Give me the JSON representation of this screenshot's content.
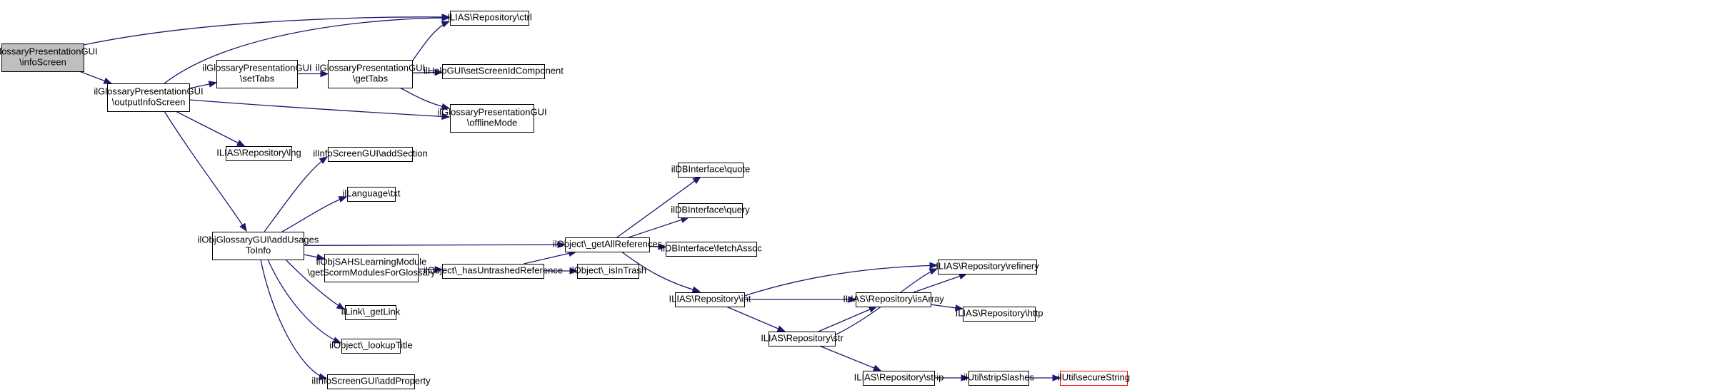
{
  "nodes": [
    {
      "id": "n0",
      "lines": [
        "ilGlossaryPresentationGUI",
        "\\infoScreen"
      ],
      "style": "root"
    },
    {
      "id": "n1",
      "lines": [
        "ilGlossaryPresentationGUI",
        "\\outputInfoScreen"
      ]
    },
    {
      "id": "n2",
      "lines": [
        "ILIAS\\Repository\\ctrl"
      ]
    },
    {
      "id": "n3",
      "lines": [
        "ilGlossaryPresentationGUI",
        "\\setTabs"
      ]
    },
    {
      "id": "n4",
      "lines": [
        "ilGlossaryPresentationGUI",
        "\\getTabs"
      ]
    },
    {
      "id": "n5",
      "lines": [
        "ilHelpGUI\\setScreenIdComponent"
      ]
    },
    {
      "id": "n6",
      "lines": [
        "ilGlossaryPresentationGUI",
        "\\offlineMode"
      ]
    },
    {
      "id": "n7",
      "lines": [
        "ILIAS\\Repository\\lng"
      ]
    },
    {
      "id": "n8",
      "lines": [
        "ilObjGlossaryGUI\\addUsages",
        "ToInfo"
      ]
    },
    {
      "id": "n9",
      "lines": [
        "ilInfoScreenGUI\\addSection"
      ]
    },
    {
      "id": "n10",
      "lines": [
        "ilLanguage\\txt"
      ]
    },
    {
      "id": "n11",
      "lines": [
        "ilObject\\_getAllReferences"
      ]
    },
    {
      "id": "n12",
      "lines": [
        "ilObjSAHSLearningModule",
        "\\getScormModulesForGlossary"
      ]
    },
    {
      "id": "n13",
      "lines": [
        "ilLink\\_getLink"
      ]
    },
    {
      "id": "n14",
      "lines": [
        "ilObject\\_lookupTitle"
      ]
    },
    {
      "id": "n15",
      "lines": [
        "ilInfoScreenGUI\\addProperty"
      ]
    },
    {
      "id": "n16",
      "lines": [
        "ilDBInterface\\quote"
      ]
    },
    {
      "id": "n17",
      "lines": [
        "ilDBInterface\\query"
      ]
    },
    {
      "id": "n18",
      "lines": [
        "ilDBInterface\\fetchAssoc"
      ]
    },
    {
      "id": "n19",
      "lines": [
        "ILIAS\\Repository\\int"
      ]
    },
    {
      "id": "n20",
      "lines": [
        "ilObject\\_hasUntrashedReference"
      ]
    },
    {
      "id": "n21",
      "lines": [
        "ilObject\\_isInTrash"
      ]
    },
    {
      "id": "n22",
      "lines": [
        "ILIAS\\Repository\\refinery"
      ]
    },
    {
      "id": "n23",
      "lines": [
        "ILIAS\\Repository\\isArray"
      ]
    },
    {
      "id": "n24",
      "lines": [
        "ILIAS\\Repository\\http"
      ]
    },
    {
      "id": "n25",
      "lines": [
        "ILIAS\\Repository\\str"
      ]
    },
    {
      "id": "n26",
      "lines": [
        "ILIAS\\Repository\\strip"
      ]
    },
    {
      "id": "n27",
      "lines": [
        "ilUtil\\stripSlashes"
      ]
    },
    {
      "id": "n28",
      "lines": [
        "ilUtil\\secureString"
      ],
      "style": "warn"
    }
  ],
  "edges": [
    {
      "from": "n0",
      "to": "n1"
    },
    {
      "from": "n0",
      "to": "n2"
    },
    {
      "from": "n1",
      "to": "n2"
    },
    {
      "from": "n1",
      "to": "n3"
    },
    {
      "from": "n1",
      "to": "n6"
    },
    {
      "from": "n1",
      "to": "n7"
    },
    {
      "from": "n1",
      "to": "n8"
    },
    {
      "from": "n3",
      "to": "n4"
    },
    {
      "from": "n4",
      "to": "n2"
    },
    {
      "from": "n4",
      "to": "n5"
    },
    {
      "from": "n4",
      "to": "n6"
    },
    {
      "from": "n8",
      "to": "n9"
    },
    {
      "from": "n8",
      "to": "n10"
    },
    {
      "from": "n8",
      "to": "n11"
    },
    {
      "from": "n8",
      "to": "n12"
    },
    {
      "from": "n8",
      "to": "n13"
    },
    {
      "from": "n8",
      "to": "n14"
    },
    {
      "from": "n8",
      "to": "n15"
    },
    {
      "from": "n11",
      "to": "n16"
    },
    {
      "from": "n11",
      "to": "n17"
    },
    {
      "from": "n11",
      "to": "n18"
    },
    {
      "from": "n11",
      "to": "n19"
    },
    {
      "from": "n12",
      "to": "n20"
    },
    {
      "from": "n20",
      "to": "n11"
    },
    {
      "from": "n20",
      "to": "n21"
    },
    {
      "from": "n19",
      "to": "n22"
    },
    {
      "from": "n19",
      "to": "n23"
    },
    {
      "from": "n19",
      "to": "n25"
    },
    {
      "from": "n23",
      "to": "n22"
    },
    {
      "from": "n23",
      "to": "n24"
    },
    {
      "from": "n25",
      "to": "n22"
    },
    {
      "from": "n25",
      "to": "n23"
    },
    {
      "from": "n25",
      "to": "n26"
    },
    {
      "from": "n26",
      "to": "n27"
    },
    {
      "from": "n27",
      "to": "n28"
    }
  ],
  "colors": {
    "edge": "#191970",
    "root_fill": "#bfbfbf",
    "node_border": "#000000",
    "warn_border": "#ff0000"
  }
}
